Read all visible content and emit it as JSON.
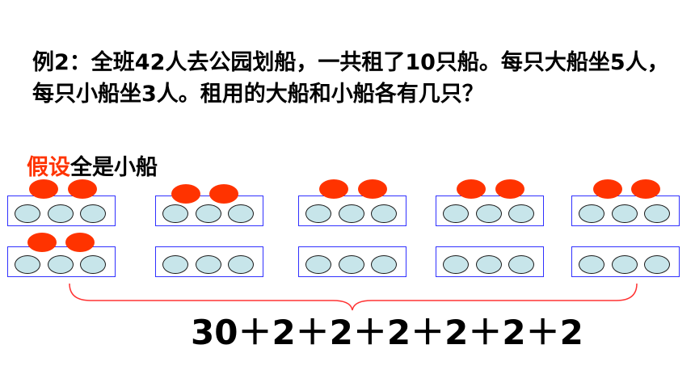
{
  "problem": {
    "text": "例2：全班42人去公园划船，一共租了10只船。每只大船坐5人，每只小船坐3人。租用的大船和小船各有几只？"
  },
  "assumption": {
    "highlight": "假设",
    "rest": "全是小船"
  },
  "boats": {
    "count": 10,
    "seats_per_small_boat": 3,
    "extra_people_per_boat": 2
  },
  "equation": "30＋2＋2＋2＋2＋2＋2",
  "colors": {
    "boat_border": "#3030ff",
    "seat_fill": "#c7e5ea",
    "extra_person": "#ff3300",
    "highlight_text": "#ff3300",
    "brace": "#ff3333"
  }
}
